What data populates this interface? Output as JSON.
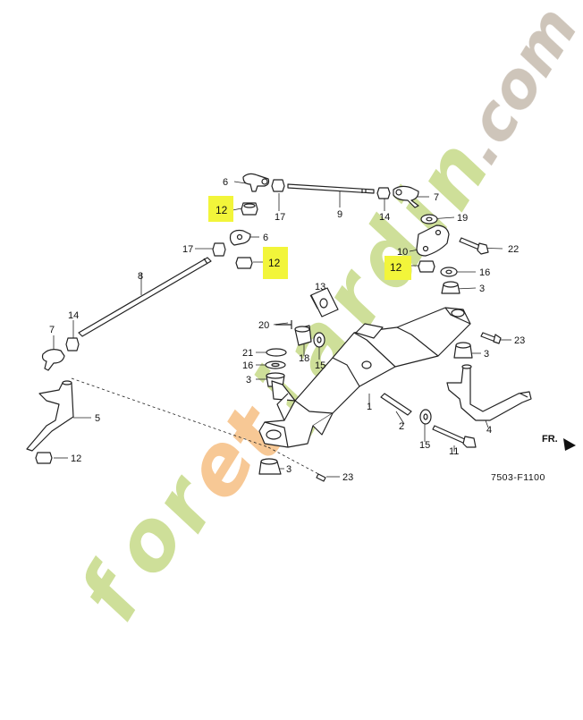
{
  "diagram": {
    "code": "7503-F1100",
    "front_marker": "FR.",
    "highlight_color": "#f2f53a",
    "highlighted_labels": [
      "12",
      "12",
      "12"
    ],
    "callouts": {
      "c1": "1",
      "c2": "2",
      "c3a": "3",
      "c3b": "3",
      "c3c": "3",
      "c3d": "3",
      "c4": "4",
      "c5": "5",
      "c6a": "6",
      "c6b": "6",
      "c7a": "7",
      "c7b": "7",
      "c8": "8",
      "c9": "9",
      "c10": "10",
      "c11": "11",
      "c12": "12",
      "c13": "13",
      "c14a": "14",
      "c14b": "14",
      "c15a": "15",
      "c15b": "15",
      "c16a": "16",
      "c16b": "16",
      "c17a": "17",
      "c17b": "17",
      "c18": "18",
      "c19": "19",
      "c20": "20",
      "c21": "21",
      "c22": "22",
      "c23a": "23",
      "c23b": "23"
    }
  },
  "watermark": {
    "text": "foretjardin.com",
    "green": "#c9dc8e",
    "orange": "#f7c28a",
    "gray": "#c9bfb3"
  }
}
